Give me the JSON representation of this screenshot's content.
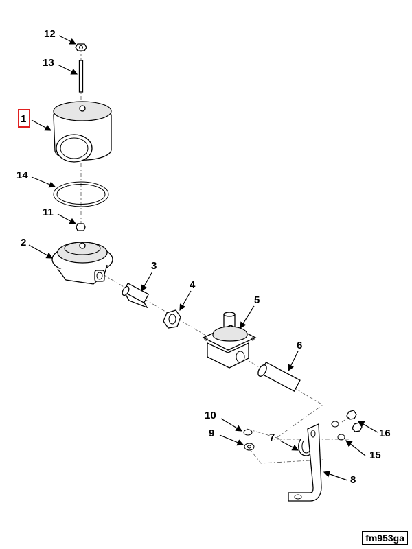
{
  "figure_id": "fm953ga",
  "highlight_color": "#e02020",
  "callouts": {
    "c1": "1",
    "c2": "2",
    "c3": "3",
    "c4": "4",
    "c5": "5",
    "c6": "6",
    "c7": "7",
    "c8": "8",
    "c9": "9",
    "c10": "10",
    "c11": "11",
    "c12": "12",
    "c13": "13",
    "c14": "14",
    "c15": "15",
    "c16": "16"
  },
  "highlighted_callout": "1"
}
